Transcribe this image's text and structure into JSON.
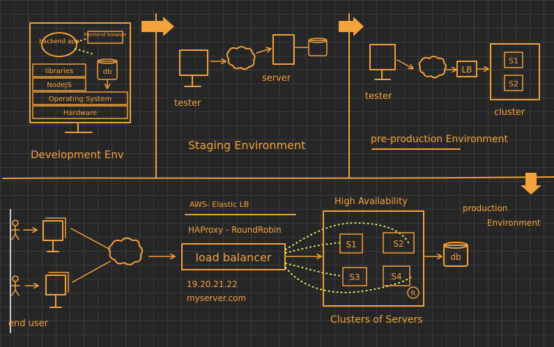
{
  "dev": {
    "backend_app": "backend app",
    "frontend_browser": "Frontend browser",
    "libraries": "libraries",
    "db": "db",
    "nodejs": "NodeJS",
    "os": "Operating System",
    "hardware": "Hardware",
    "caption": "Development Env"
  },
  "staging": {
    "tester": "tester",
    "server": "server",
    "caption": "Staging Environment"
  },
  "preprod": {
    "tester": "tester",
    "lb": "LB",
    "s1": "S1",
    "s2": "S2",
    "cluster": "cluster",
    "caption": "pre-production Environment"
  },
  "prod": {
    "end_user": "end user",
    "aws": "AWS- Elastic LB",
    "haproxy": "HAProxy - RoundRobin",
    "load_balancer": "load balancer",
    "ip": "19.20.21.22",
    "domain": "myserver.com",
    "high_availability": "High Availability",
    "s1": "S1",
    "s2": "S2",
    "s3": "S3",
    "s4": "S4",
    "registered": "R",
    "cluster_caption": "Clusters of Servers",
    "db": "db",
    "caption_line1": "production",
    "caption_line2": "Environment"
  },
  "colors": {
    "stroke": "#f4a23a",
    "highlight": "#eef06a",
    "background": "#262626"
  }
}
